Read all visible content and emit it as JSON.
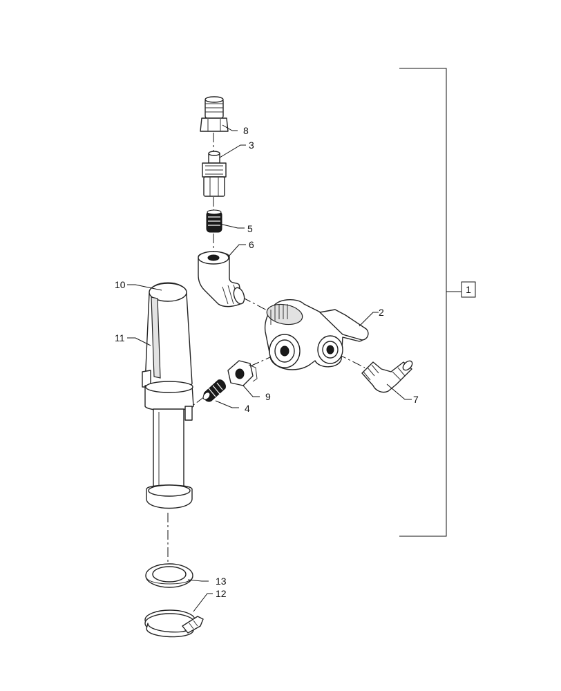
{
  "callouts": {
    "assembly": "1",
    "valve": "2",
    "adapter": "3",
    "nipple_lower": "4",
    "nipple_upper": "5",
    "elbow": "6",
    "hose_barb_elbow": "7",
    "fitting_top": "8",
    "hex_bushing": "9",
    "cap": "10",
    "filter_tube": "11",
    "hose_clamp": "12",
    "gasket": "13"
  }
}
